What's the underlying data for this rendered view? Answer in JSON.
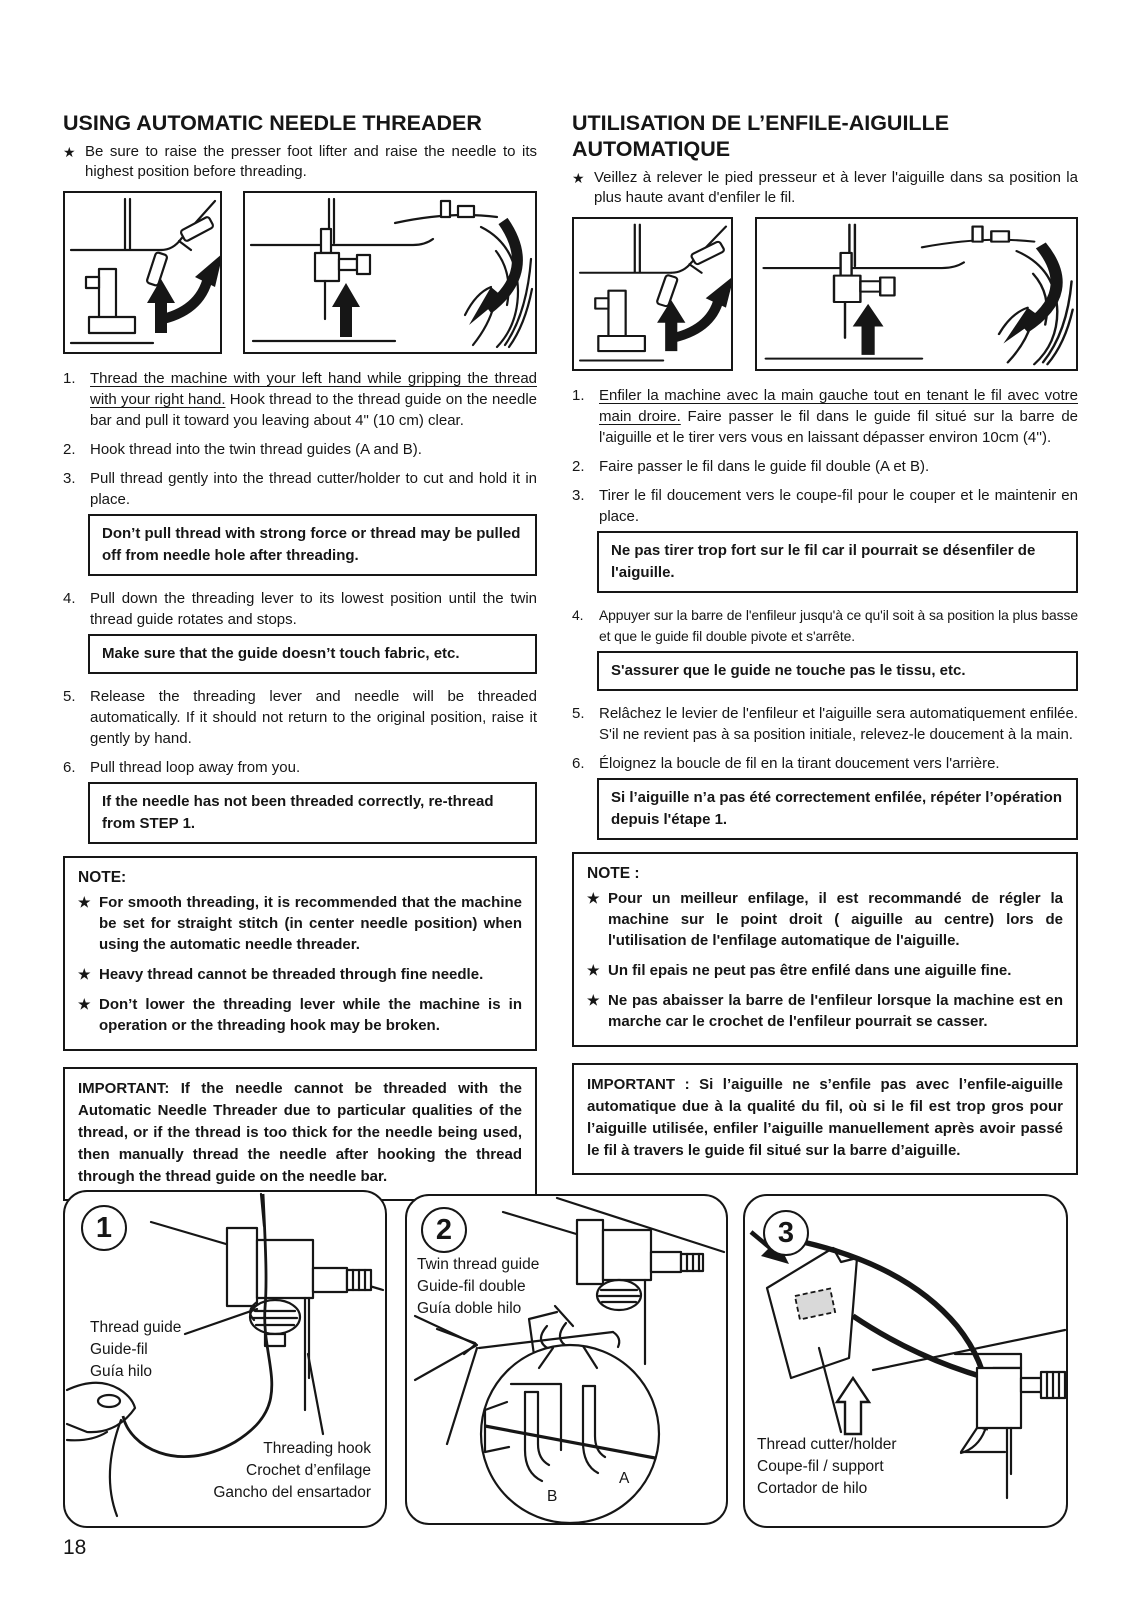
{
  "glyphs": {
    "star": "★"
  },
  "page_number": "18",
  "en": {
    "title": "USING AUTOMATIC NEEDLE THREADER",
    "intro": "Be sure to raise the presser foot lifter and raise the needle to its highest position before threading.",
    "steps": [
      {
        "num": "1.",
        "u": "Thread the machine with your left hand while gripping the thread with your right hand.",
        "t": " Hook thread to the thread guide on the needle bar and pull it toward you leaving about 4\" (10 cm) clear."
      },
      {
        "num": "2.",
        "t": "Hook thread into the twin thread guides (A and B)."
      },
      {
        "num": "3.",
        "t": "Pull thread gently into the thread cutter/holder to cut and hold it in place."
      },
      {
        "num": "4.",
        "t": "Pull down the threading lever to its lowest position until the twin thread guide rotates and stops."
      },
      {
        "num": "5.",
        "t": "Release the threading lever and needle will be threaded automatically. If it should not return to the original position, raise it gently by hand."
      },
      {
        "num": "6.",
        "t": "Pull thread loop away from you."
      }
    ],
    "warn_after_3": "Don’t pull thread with strong force or thread may be pulled off from needle hole after threading.",
    "warn_after_4": "Make sure that the guide doesn’t touch fabric, etc.",
    "warn_after_6": "If the needle has not been threaded correctly, re-thread from STEP 1.",
    "note_heading": "NOTE:",
    "note_items": [
      "For smooth threading, it is recommended that the machine be set for straight stitch (in center needle position) when using the automatic needle threader.",
      "Heavy thread cannot be threaded through fine needle.",
      "Don’t lower the threading lever while the machine is in operation or the threading hook may be broken."
    ],
    "important": "IMPORTANT: If the needle cannot be threaded with the Automatic Needle Threader due to particular qualities of the thread, or if the thread is too thick for the needle being used, then manually thread the needle after hooking the thread through the thread guide on the needle bar."
  },
  "fr": {
    "title": "UTILISATION DE L’ENFILE-AIGUILLE AUTOMATIQUE",
    "intro": "Veillez à relever le pied presseur et à lever l'aiguille dans sa position la plus haute avant d'enfiler le fil.",
    "steps": [
      {
        "num": "1.",
        "u": "Enfiler la machine avec la main gauche tout en tenant le fil avec votre main droire.",
        "t": " Faire passer le fil dans le guide fil situé sur la barre de l'aiguille et le tirer vers vous en laissant dépasser environ 10cm (4'')."
      },
      {
        "num": "2.",
        "t": "Faire passer le fil dans le guide fil double (A et B)."
      },
      {
        "num": "3.",
        "t": "Tirer le fil doucement vers le coupe-fil pour le couper et le maintenir en place."
      },
      {
        "num": "4.",
        "t": "Appuyer sur la barre de l'enfileur jusqu'à ce qu'il soit à sa position la plus basse et que le guide fil double pivote et s'arrête."
      },
      {
        "num": "5.",
        "t": "Relâchez le levier de l'enfileur et l'aiguille sera automatiquement enfilée. S'il ne revient pas à sa position initiale, relevez-le doucement à la main."
      },
      {
        "num": "6.",
        "t": "Éloignez la boucle de fil en la tirant doucement vers l'arrière."
      }
    ],
    "warn_after_3": "Ne pas tirer trop fort sur le fil car il pourrait se désenfiler de l'aiguille.",
    "warn_after_4": "S'assurer que le guide ne touche pas le tissu, etc.",
    "warn_after_6": "Si l’aiguille n’a pas été correctement enfilée, répéter l’opération depuis l'étape 1.",
    "note_heading": "NOTE :",
    "note_items": [
      "Pour un meilleur enfilage, il est recommandé de régler la machine sur le point droit ( aiguille au centre) lors de l'utilisation de l'enfilage automatique de l'aiguille.",
      "Un fil epais ne peut pas être enfilé dans une aiguille fine.",
      "Ne pas abaisser la barre de l'enfileur lorsque la machine est en marche car le crochet de l'enfileur pourrait se casser."
    ],
    "important": "IMPORTANT : Si l’aiguille ne s’enfile pas avec l’enfile-aiguille automatique due à la qualité du fil, où si le fil est trop gros pour l’aiguille utilisée, enfiler l’aiguille manuellement après avoir passé le fil à travers le guide fil situé sur la barre d’aiguille."
  },
  "figures": {
    "f1": {
      "num": "1",
      "guide": [
        "Thread guide",
        "Guide-fil",
        "Guía hilo"
      ],
      "hook": [
        "Threading hook",
        "Crochet d’enfilage",
        "Gancho del ensartador"
      ]
    },
    "f2": {
      "num": "2",
      "guide": [
        "Twin thread guide",
        "Guide-fil double",
        "Guía doble hilo"
      ],
      "label_a": "A",
      "label_b": "B"
    },
    "f3": {
      "num": "3",
      "cutter": [
        "Thread cutter/holder",
        "Coupe-fil / support",
        "Cortador de hilo"
      ]
    }
  }
}
